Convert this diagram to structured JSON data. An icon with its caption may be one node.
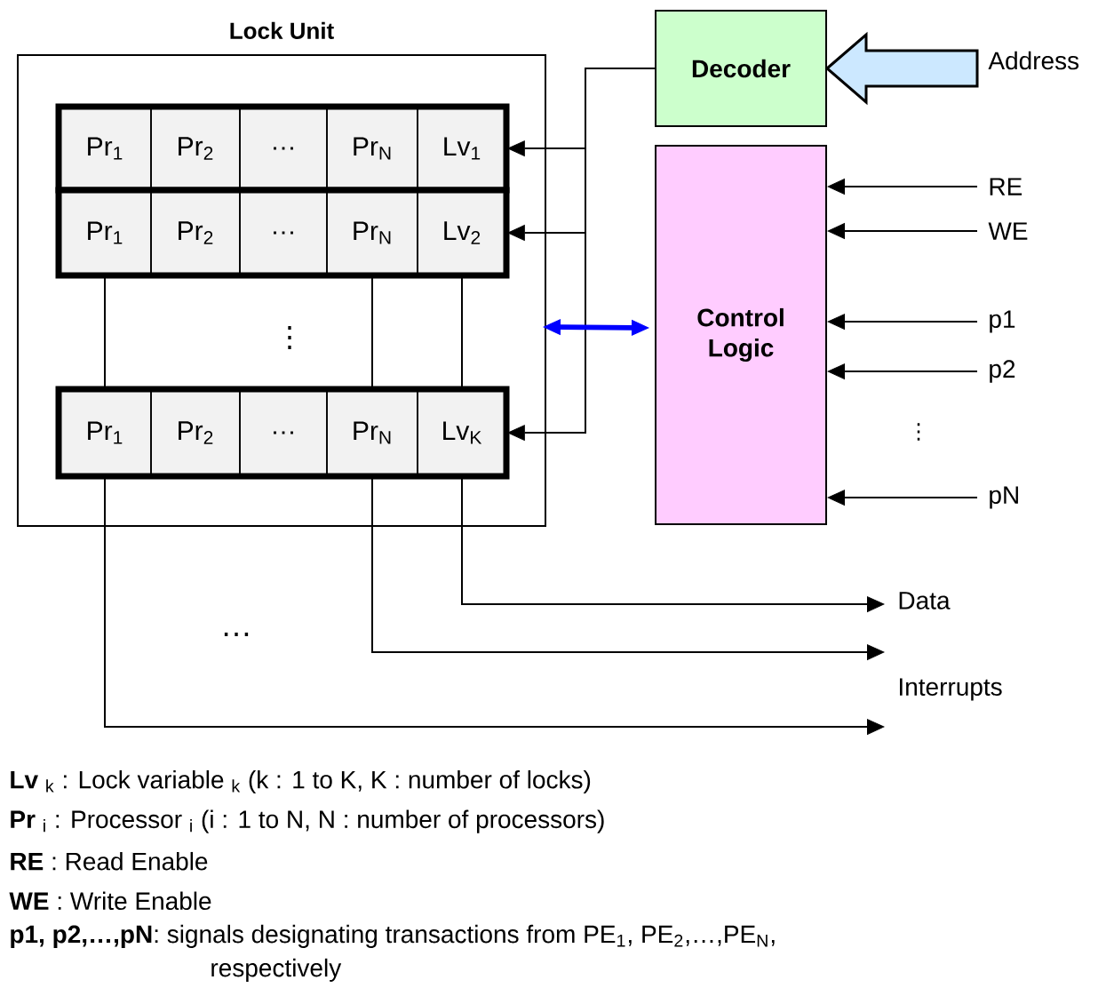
{
  "diagram": {
    "nodes": [
      {
        "text": [
          "Lock Unit"
        ]
      },
      {
        "text": [],
        "shape": "box",
        "in": 0
      },
      {
        "text": [
          "Pr$_{1}$"
        ],
        "in": 1
      },
      {
        "text": [
          "Pr$_{2}$"
        ],
        "in": 1
      },
      {
        "text": [
          "…"
        ],
        "in": 1
      },
      {
        "text": [
          "Pr$_{N}$"
        ],
        "in": 1
      },
      {
        "text": [
          "Lv$_{1}$"
        ],
        "in": 1
      },
      {
        "text": [],
        "shape": "box",
        "in": 0
      },
      {
        "text": [
          "Pr$_{1}$"
        ],
        "in": 7
      },
      {
        "text": [
          "Pr$_{2}$"
        ],
        "in": 7
      },
      {
        "text": [
          "…"
        ],
        "in": 7
      },
      {
        "text": [
          "Pr$_{N}$"
        ],
        "in": 7
      },
      {
        "text": [
          "Lv$_{2}$"
        ],
        "in": 7
      },
      {
        "text": [],
        "shape": "box",
        "in": 0
      },
      {
        "text": [
          "Pr$_{1}$"
        ],
        "in": 13
      },
      {
        "text": [
          "Pr$_{2}$"
        ],
        "in": 13
      },
      {
        "text": [
          "…"
        ],
        "in": 13
      },
      {
        "text": [
          "Pr$_{N}$"
        ],
        "in": 13
      },
      {
        "text": [
          "Lv$_{K}$"
        ],
        "in": 13
      },
      {
        "text": [
          "Decoder"
        ]
      },
      {
        "text": [
          "Control Logic"
        ]
      },
      {
        "text": [
          "Address"
        ]
      },
      {
        "text": [
          "RE"
        ]
      },
      {
        "text": [
          "WE"
        ]
      },
      {
        "text": [
          "p1"
        ]
      },
      {
        "text": [
          "p2"
        ]
      },
      {
        "text": [
          "pN"
        ]
      },
      {
        "text": [
          "Data"
        ]
      },
      {
        "text": [
          "Interrupts"
        ]
      }
    ],
    "edges": [
      {
        "from": 21,
        "to": 19,
        "arrow": "to",
        "style": "thick",
        "color": "#cce8ff"
      },
      {
        "from": 19,
        "to": 6,
        "arrow": "to"
      },
      {
        "from": 19,
        "to": 12,
        "arrow": "to"
      },
      {
        "from": 19,
        "to": 18,
        "arrow": "to"
      },
      {
        "from": 0,
        "to": 20,
        "arrow": "both",
        "style": "thick",
        "color": "#0000ff"
      },
      {
        "from": 22,
        "to": 20,
        "arrow": "to"
      },
      {
        "from": 23,
        "to": 20,
        "arrow": "to"
      },
      {
        "from": 24,
        "to": 20,
        "arrow": "to"
      },
      {
        "from": 25,
        "to": 20,
        "arrow": "to"
      },
      {
        "from": 26,
        "to": 20,
        "arrow": "to"
      },
      {
        "from": 8,
        "to": 14,
        "arrow": "none"
      },
      {
        "from": 11,
        "to": 17,
        "arrow": "none"
      },
      {
        "from": 12,
        "to": 18,
        "arrow": "none"
      },
      {
        "from": 18,
        "to": 27,
        "arrow": "to"
      },
      {
        "from": 17,
        "to": 28,
        "arrow": "to"
      },
      {
        "from": 14,
        "to": 28,
        "arrow": "to"
      }
    ],
    "labels": [
      "⋮",
      "⋮",
      "…",
      "**Lv** $_{k}$ : Lock variable $_{k}$ (k : 1 to K, K : number of locks)",
      "**Pr** $_{i}$ : Processor $_{i}$ (i : 1 to N, N : number of processors)",
      "**RE** : Read Enable",
      "**WE** : Write Enable",
      "**p1, p2,…,pN**: signals designating transactions from PE$_{1}$, PE$_{2}$,…,PE$_{N}$, respectively"
    ]
  }
}
